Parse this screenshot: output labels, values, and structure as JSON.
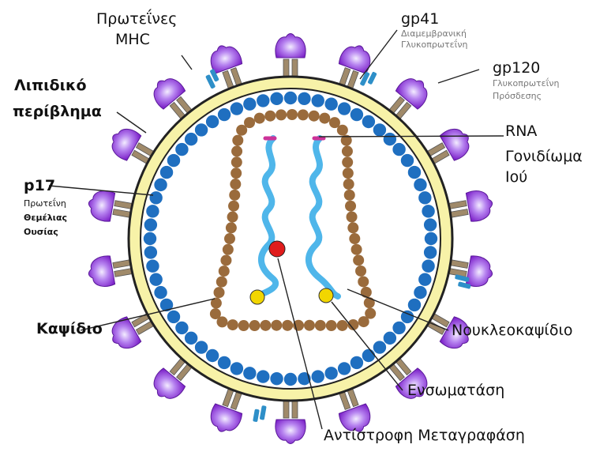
{
  "labels": {
    "mhc_line1": "Πρωτεΐνες",
    "mhc_line2": "MHC",
    "gp41_title": "gp41",
    "gp41_sub1": "Διαμεμβρανική",
    "gp41_sub2": "Γλυκοπρωτεΐνη",
    "gp120_title": "gp120",
    "gp120_sub1": "Γλυκοπρωτεΐνη",
    "gp120_sub2": "Πρόσδεσης",
    "lipid_line1": "Λιπιδικό",
    "lipid_line2": "περίβλημα",
    "rna_line1": "RNA",
    "rna_line2": "Γονιδίωμα",
    "rna_line3": "Ιού",
    "p17_title": "p17",
    "p17_sub1": "Πρωτεΐνη",
    "p17_sub2": "Θεμέλιας",
    "p17_sub3": "Ουσίας",
    "capsid": "Καψίδιο",
    "nucleocapsid": "Νουκλεοκαψίδιο",
    "integrase": "Ενσωματάση",
    "reverse_transcriptase": "Αντίστροφη Μεταγραφάση"
  },
  "colors": {
    "envelope": "#f7f2a8",
    "envelope_stroke": "#222222",
    "matrix_bead": "#1f6fc0",
    "capsid_bead": "#9a6b3c",
    "rna": "#4fb6ea",
    "spike_head": "#8a2be2",
    "spike_glow": "#e9ddff",
    "stalk": "#a08a6a",
    "mhc": "#2e8fc8",
    "integrase": "#f2d600",
    "reverse_transcriptase": "#e01c1c",
    "rna_tip": "#cc3399"
  }
}
